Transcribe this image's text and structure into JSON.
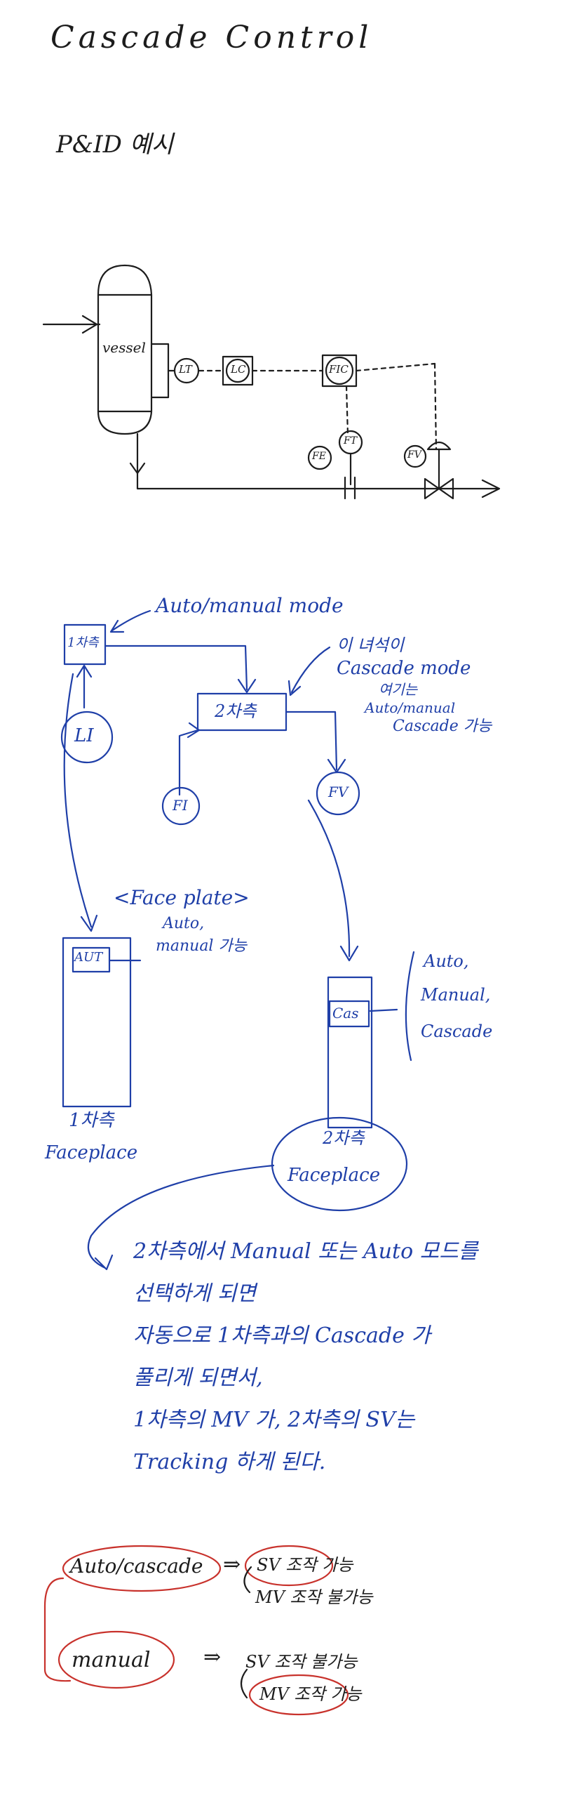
{
  "header": {
    "title": "Cascade Control",
    "subtitle": "P&ID 예시"
  },
  "pid": {
    "vessel": "vessel",
    "lt": "LT",
    "lc": "LC",
    "fic": "FIC",
    "fe": "FE",
    "ft": "FT",
    "fv": "FV"
  },
  "block": {
    "mode_note": "Auto/manual mode",
    "primary": "1차측",
    "secondary": "2차측",
    "li": "LI",
    "fi": "FI",
    "fv": "FV",
    "cascade_note": [
      "이 녀석이",
      "Cascade mode",
      "여기는",
      "Auto/manual",
      "Cascade 가능"
    ]
  },
  "faceplates": {
    "label": "<Face plate>",
    "left_note": [
      "Auto,",
      "manual 가능"
    ],
    "left_button": "AUT",
    "left_caption": [
      "1차측",
      "Faceplace"
    ],
    "right_button": "Cas",
    "right_note": [
      "Auto,",
      "Manual,",
      "Cascade"
    ],
    "right_caption": [
      "2차측",
      "Faceplace"
    ]
  },
  "explanation": [
    "2차측에서 Manual 또는 Auto 모드를",
    "선택하게 되면",
    "자동으로 1차측과의 Cascade 가",
    "풀리게 되면서,",
    "1차측의 MV 가, 2차측의 SV는",
    "Tracking 하게 된다."
  ],
  "modes": {
    "auto_cascade": "Auto/cascade",
    "manual": "manual",
    "arrow": "⇒",
    "auto_sv": "SV 조작 가능",
    "auto_mv": "MV 조작 불가능",
    "manual_sv": "SV 조작 불가능",
    "manual_mv": "MV 조작 가능"
  },
  "colors": {
    "ink": "#1c1c1c",
    "blue": "#1f3fa8",
    "red": "#c8322c"
  }
}
